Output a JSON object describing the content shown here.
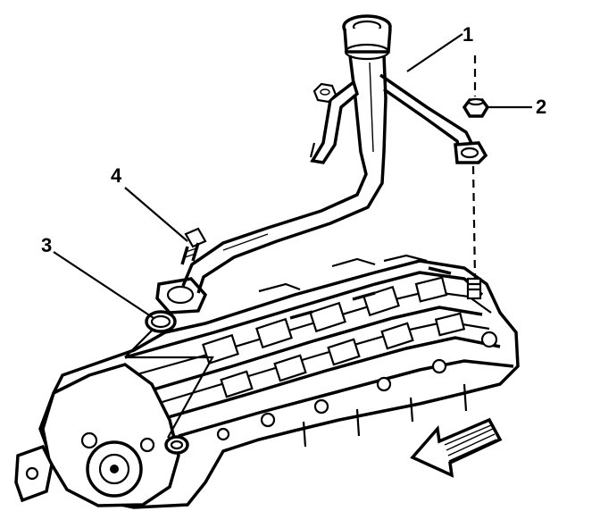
{
  "diagram": {
    "callouts": [
      {
        "id": "1",
        "label": "1"
      },
      {
        "id": "2",
        "label": "2"
      },
      {
        "id": "3",
        "label": "3"
      },
      {
        "id": "4",
        "label": "4"
      }
    ],
    "direction_arrow": "front-direction-arrow",
    "colors": {
      "ink": "#000000",
      "background": "#ffffff"
    }
  }
}
